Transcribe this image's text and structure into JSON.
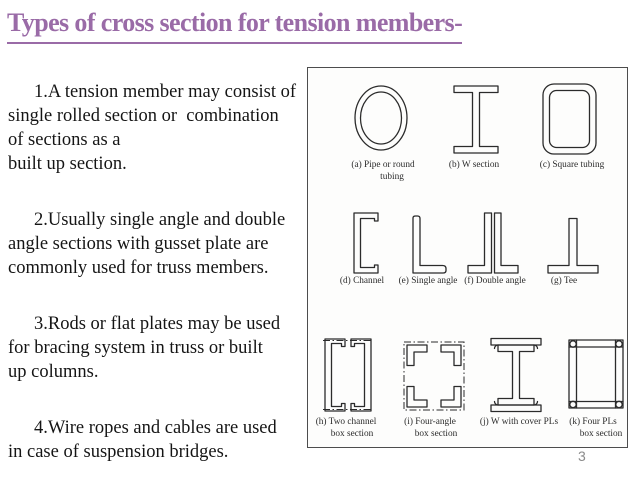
{
  "theme": {
    "accent": "#9a6ba7",
    "ink": "#151515",
    "stroke": "#2b2b2b",
    "muted": "#8b8b8b",
    "figure_border": "#4d4d4d"
  },
  "slide": {
    "title": "Types of cross section for tension members-",
    "page_number": "3"
  },
  "body": {
    "paragraphs": [
      {
        "lines": [
          "1.A tension member may consist of",
          "single rolled section or  combination",
          "of sections as a",
          "built up section."
        ]
      },
      {
        "lines": [
          "2.Usually single angle and double",
          "angle sections with gusset plate are",
          "commonly used for truss members."
        ]
      },
      {
        "lines": [
          "3.Rods or flat plates may be used",
          "for bracing system in truss or built",
          "up columns."
        ]
      },
      {
        "lines": [
          "4.Wire ropes and cables are used",
          "in case of suspension bridges."
        ]
      }
    ]
  },
  "figure": {
    "items": [
      {
        "id": "a",
        "line1": "(a) Pipe or round",
        "line2": "tubing"
      },
      {
        "id": "b",
        "line1": "(b) W section",
        "line2": ""
      },
      {
        "id": "c",
        "line1": "(c) Square tubing",
        "line2": ""
      },
      {
        "id": "d",
        "line1": "(d) Channel",
        "line2": ""
      },
      {
        "id": "e",
        "line1": "(e) Single angle",
        "line2": ""
      },
      {
        "id": "f",
        "line1": "(f) Double angle",
        "line2": ""
      },
      {
        "id": "g",
        "line1": "(g) Tee",
        "line2": ""
      },
      {
        "id": "h",
        "line1": "(h) Two channel",
        "line2": "box section"
      },
      {
        "id": "i",
        "line1": "(i) Four-angle",
        "line2": "box section"
      },
      {
        "id": "j",
        "line1": "(j) W with cover PLs",
        "line2": ""
      },
      {
        "id": "k",
        "line1": "(k) Four PLs",
        "line2": "box section"
      }
    ]
  }
}
